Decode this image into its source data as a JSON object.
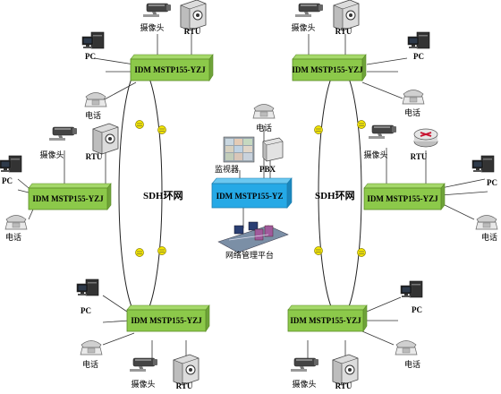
{
  "nodes": {
    "left_top": "IDM MSTP155-YZJ",
    "left_mid": "IDM MSTP155-YZJ",
    "left_bot": "IDM MSTP155-YZJ",
    "center": "IDM MSTP155-YZ",
    "right_top": "IDM MSTP155-YZJ",
    "right_mid": "IDM MSTP155-YZJ",
    "right_bot": "IDM MSTP155-YZJ"
  },
  "rings": {
    "left": "SDH环网",
    "right": "SDH环网"
  },
  "labels": {
    "pc": "PC",
    "phone": "电话",
    "camera": "摄像头",
    "rtu": "RTU",
    "monitor": "监视器",
    "pbx": "PBX",
    "mgmt": "网络管理平台"
  },
  "colors": {
    "green_box": "#8cc94a",
    "blue_box": "#25a9e6",
    "node_yellow": "#f4e600"
  }
}
